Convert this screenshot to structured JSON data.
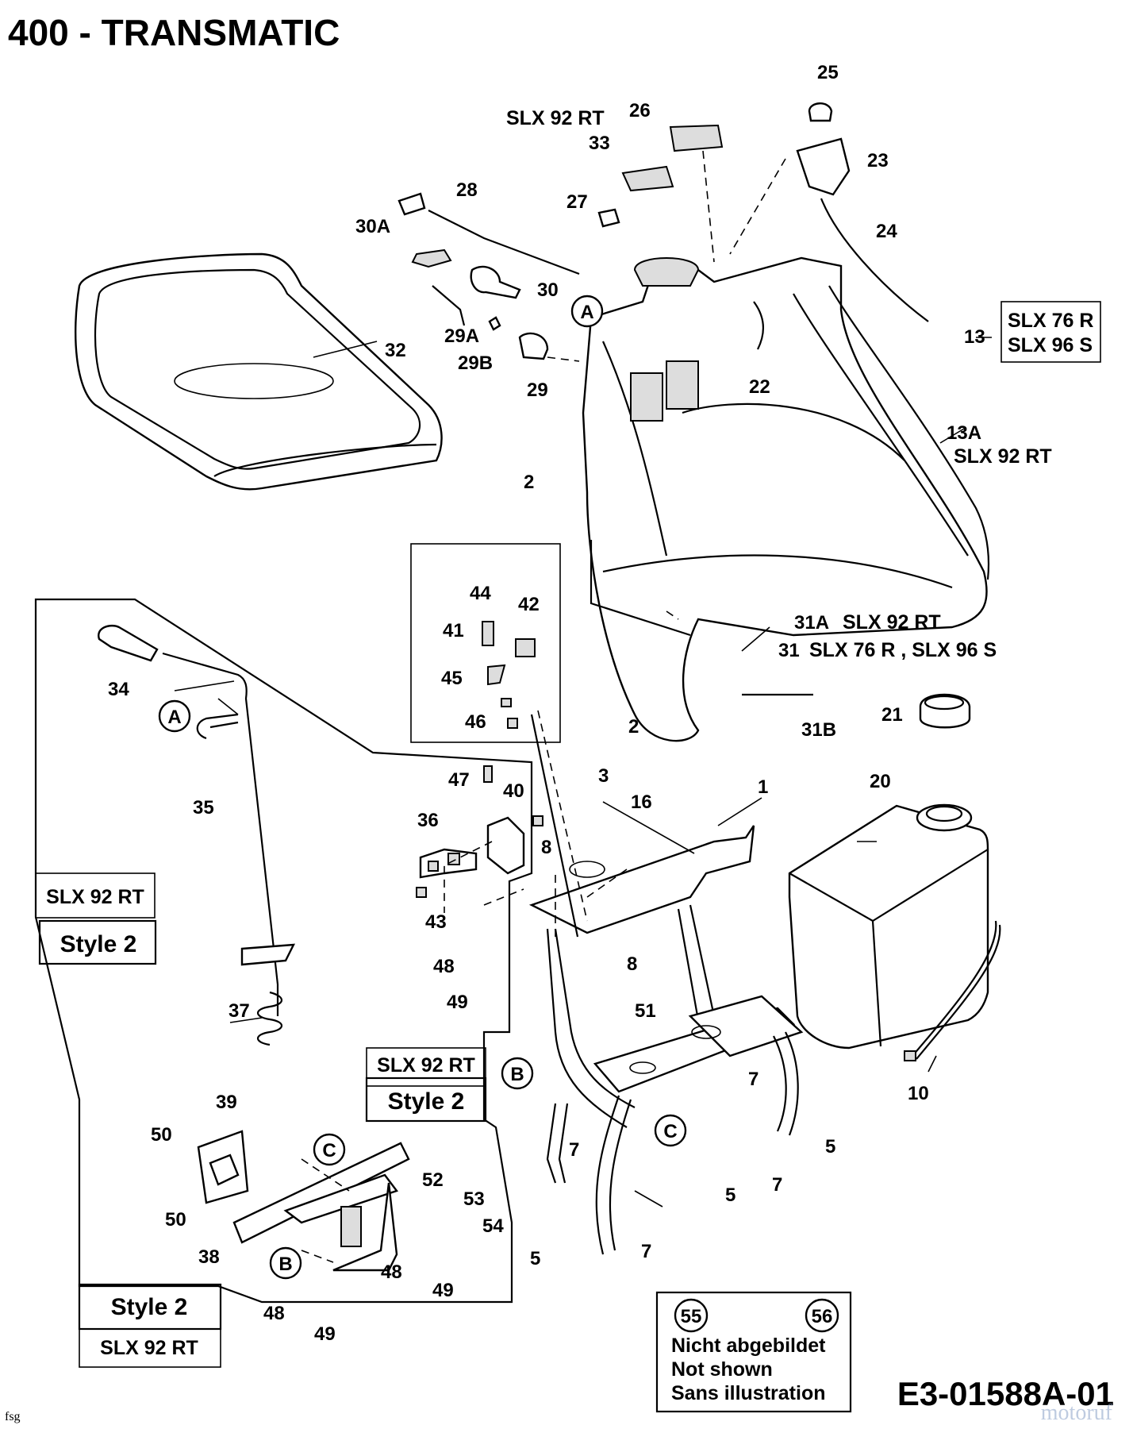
{
  "title": "400 - TRANSMATIC",
  "diagram_code": "E3-01588A-01",
  "author_mark": "fsg",
  "watermark": "motoruf",
  "model_labels": {
    "slx92rt_top": "SLX 92 RT",
    "slx76r_13": "SLX 76 R",
    "slx96s_13": "SLX 96 S",
    "slx92rt_13a": "SLX 92 RT",
    "slx92rt_31a": "SLX 92 RT",
    "slx_31": "SLX 76 R , SLX 96 S"
  },
  "style_boxes": {
    "left_model": "SLX 92 RT",
    "left_style": "Style 2",
    "middle_model": "SLX 92 RT",
    "middle_style": "Style 2",
    "bottom_style": "Style 2",
    "bottom_model": "SLX 92 RT"
  },
  "legend": {
    "num1": "55",
    "num2": "56",
    "line1": "Nicht abgebildet",
    "line2": "Not shown",
    "line3": "Sans illustration"
  },
  "callout_letters": {
    "A": "A",
    "B": "B",
    "C": "C"
  },
  "part_numbers": {
    "p1": "1",
    "p2": "2",
    "p3": "3",
    "p5": "5",
    "p7": "7",
    "p8": "8",
    "p10": "10",
    "p13": "13",
    "p13A": "13A",
    "p16": "16",
    "p20": "20",
    "p21": "21",
    "p22": "22",
    "p23": "23",
    "p24": "24",
    "p25": "25",
    "p26": "26",
    "p27": "27",
    "p28": "28",
    "p29": "29",
    "p29A": "29A",
    "p29B": "29B",
    "p30": "30",
    "p30A": "30A",
    "p31": "31",
    "p31A": "31A",
    "p31B": "31B",
    "p32": "32",
    "p33": "33",
    "p34": "34",
    "p35": "35",
    "p36": "36",
    "p37": "37",
    "p38": "38",
    "p39": "39",
    "p40": "40",
    "p41": "41",
    "p42": "42",
    "p43": "43",
    "p44": "44",
    "p45": "45",
    "p46": "46",
    "p47": "47",
    "p48": "48",
    "p49": "49",
    "p50": "50",
    "p51": "51",
    "p52": "52",
    "p53": "53",
    "p54": "54"
  }
}
